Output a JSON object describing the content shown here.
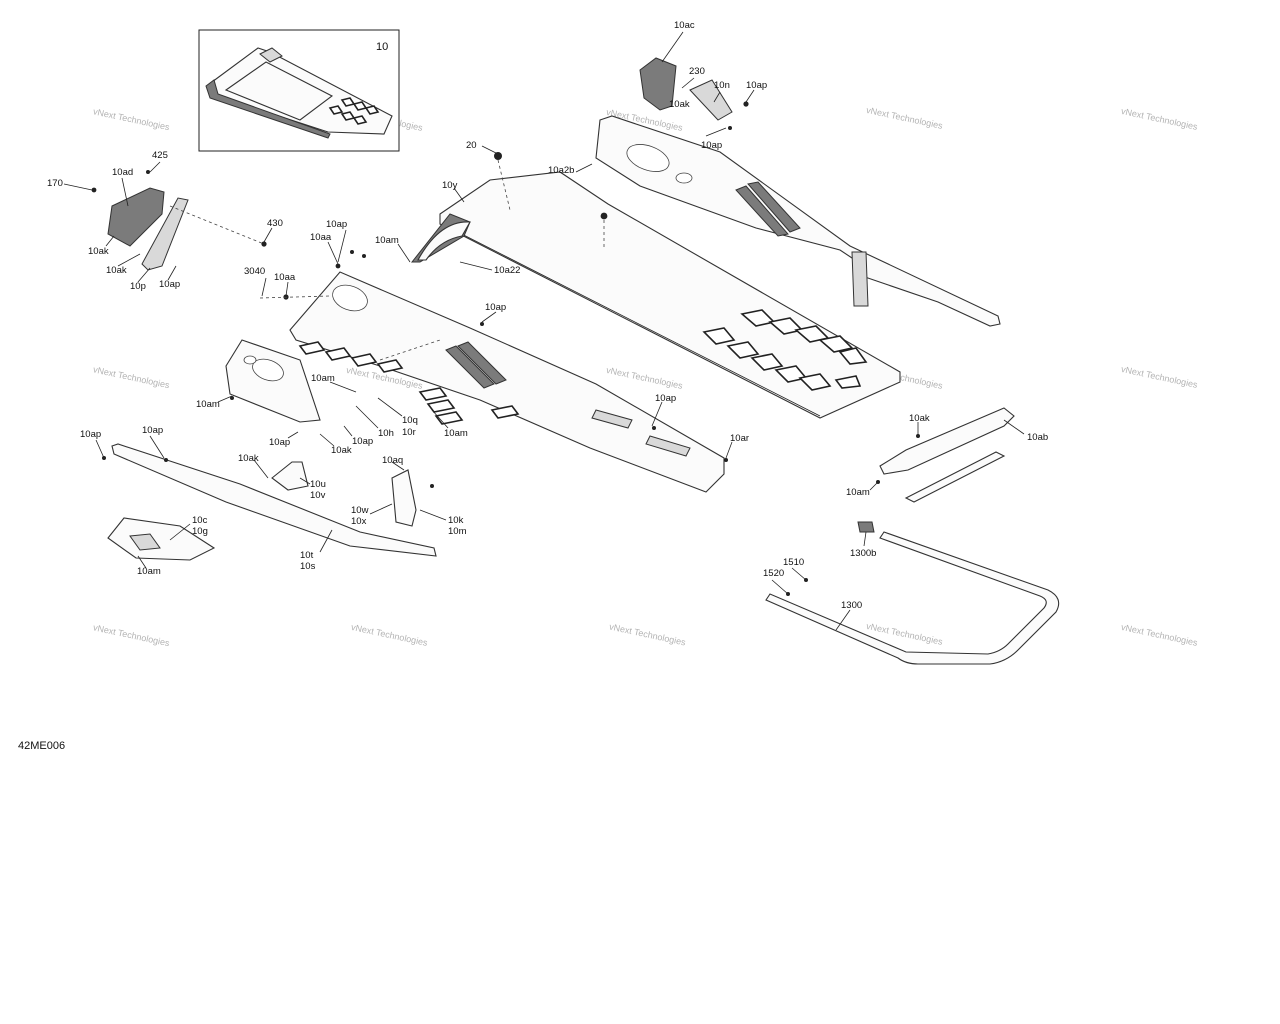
{
  "diagram": {
    "reference_code": "42ME006",
    "inset_label": "10",
    "watermark_text": "vNext Technologies",
    "callouts": [
      {
        "id": "c-10ac",
        "text": "10ac"
      },
      {
        "id": "c-230",
        "text": "230"
      },
      {
        "id": "c-10n",
        "text": "10n"
      },
      {
        "id": "c-10ap-tr",
        "text": "10ap"
      },
      {
        "id": "c-10ak-tr",
        "text": "10ak"
      },
      {
        "id": "c-10ap-tr2",
        "text": "10ap"
      },
      {
        "id": "c-20",
        "text": "20"
      },
      {
        "id": "c-10a2b",
        "text": "10a2b"
      },
      {
        "id": "c-10y",
        "text": "10y"
      },
      {
        "id": "c-10am-top",
        "text": "10am"
      },
      {
        "id": "c-10a22",
        "text": "10a22"
      },
      {
        "id": "c-425",
        "text": "425"
      },
      {
        "id": "c-10ad",
        "text": "10ad"
      },
      {
        "id": "c-170",
        "text": "170"
      },
      {
        "id": "c-10ak-l1",
        "text": "10ak"
      },
      {
        "id": "c-10ak-l2",
        "text": "10ak"
      },
      {
        "id": "c-10p",
        "text": "10p"
      },
      {
        "id": "c-10ap-l",
        "text": "10ap"
      },
      {
        "id": "c-430",
        "text": "430"
      },
      {
        "id": "c-10ap-m",
        "text": "10ap"
      },
      {
        "id": "c-10aa-1",
        "text": "10aa"
      },
      {
        "id": "c-3040",
        "text": "3040"
      },
      {
        "id": "c-10aa-2",
        "text": "10aa"
      },
      {
        "id": "c-10ap-mid",
        "text": "10ap"
      },
      {
        "id": "c-10am-mid",
        "text": "10am"
      },
      {
        "id": "c-10am-left",
        "text": "10am"
      },
      {
        "id": "c-10q",
        "text": "10q"
      },
      {
        "id": "c-10r",
        "text": "10r"
      },
      {
        "id": "c-10h",
        "text": "10h"
      },
      {
        "id": "c-10ap-c1",
        "text": "10ap"
      },
      {
        "id": "c-10ap-c2",
        "text": "10ap"
      },
      {
        "id": "c-10ak-c",
        "text": "10ak"
      },
      {
        "id": "c-10am-c",
        "text": "10am"
      },
      {
        "id": "c-10ap-c3",
        "text": "10ap"
      },
      {
        "id": "c-10ar",
        "text": "10ar"
      },
      {
        "id": "c-10ap-fl",
        "text": "10ap"
      },
      {
        "id": "c-10ap-fl2",
        "text": "10ap"
      },
      {
        "id": "c-10ak-b",
        "text": "10ak"
      },
      {
        "id": "c-10u",
        "text": "10u"
      },
      {
        "id": "c-10v",
        "text": "10v"
      },
      {
        "id": "c-10aq",
        "text": "10aq"
      },
      {
        "id": "c-10w",
        "text": "10w"
      },
      {
        "id": "c-10x",
        "text": "10x"
      },
      {
        "id": "c-10k",
        "text": "10k"
      },
      {
        "id": "c-10m",
        "text": "10m"
      },
      {
        "id": "c-10c",
        "text": "10c"
      },
      {
        "id": "c-10g",
        "text": "10g"
      },
      {
        "id": "c-10am-bl",
        "text": "10am"
      },
      {
        "id": "c-10t",
        "text": "10t"
      },
      {
        "id": "c-10s",
        "text": "10s"
      },
      {
        "id": "c-10ak-r",
        "text": "10ak"
      },
      {
        "id": "c-10ab",
        "text": "10ab"
      },
      {
        "id": "c-10am-r",
        "text": "10am"
      },
      {
        "id": "c-1300b",
        "text": "1300b"
      },
      {
        "id": "c-1510",
        "text": "1510"
      },
      {
        "id": "c-1520",
        "text": "1520"
      },
      {
        "id": "c-1300",
        "text": "1300"
      }
    ]
  }
}
